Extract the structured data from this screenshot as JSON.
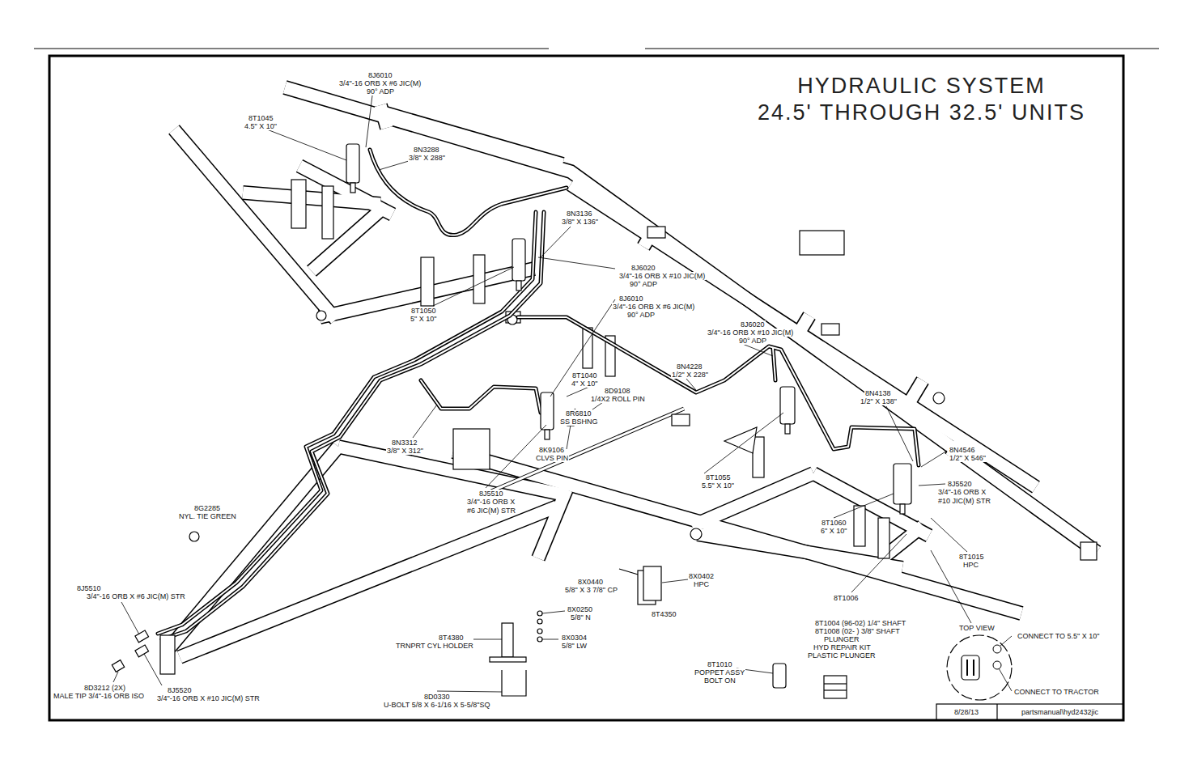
{
  "diagram": {
    "title": "HYDRAULIC SYSTEM 24.5' THROUGH 32.5' UNITS",
    "labels": [
      "8J6010",
      "3/4\"-16 ORB X #6 JIC(M)",
      "90° ADP",
      "8T1045",
      "4.5\" X 10\"",
      "8N3288",
      "3/8\" X 288\"",
      "8N3136",
      "3/8\" X 136\"",
      "8J6020",
      "3/4\"-16 ORB X #10 JIC(M)",
      "90° ADP",
      "8J6010",
      "3/4\"-16 ORB X #6 JIC(M)",
      "90° ADP",
      "8T1050",
      "5\" X 10\"",
      "8J6020",
      "3/4\"-16 ORB X #10 JIC(M)",
      "90° ADP",
      "8N4228",
      "1/2\" X 228\"",
      "8T1040",
      "4\" X 10\"",
      "8D9108",
      "1/4X2 ROLL PIN",
      "8N4138",
      "1/2\" X 138\"",
      "8R6810",
      "SS BSHNG",
      "8N3312",
      "3/8\" X 312\"",
      "8K9106",
      "CLVS PIN",
      "8N4546",
      "1/2\" X 546\"",
      "8J5520",
      "3/4\"-16 ORB X",
      "#10 JIC(M) STR",
      "8T1055",
      "5.5\" X 10\"",
      "8J5510",
      "3/4\"-16 ORB X",
      "#6 JIC(M) STR",
      "8G2285",
      "NYL. TIE GREEN",
      "8T1060",
      "6\" X 10\"",
      "8T1015",
      "HPC",
      "8X0440",
      "5/8\" X 3 7/8\" CP",
      "8X0402",
      "HPC",
      "8J5510",
      "3/4\"-16 ORB X #6 JIC(M) STR",
      "8T1006",
      "8X0250",
      "5/8\" N",
      "8T4350",
      "8T1004 (96-02) 1/4\" SHAFT",
      "8T1008 (02- ) 3/8\" SHAFT",
      "PLUNGER",
      "HYD REPAIR KIT",
      "PLASTIC PLUNGER",
      "TOP VIEW",
      "CONNECT TO 5.5\" X 10\"",
      "8T4380",
      "TRNPRT CYL HOLDER",
      "8X0304",
      "5/8\" LW",
      "8T1010",
      "POPPET ASSY",
      "BOLT ON",
      "8D3212 (2X)",
      "MALE TIP 3/4\"-16 ORB ISO",
      "8J5520",
      "3/4\"-16 ORB X #10 JIC(M) STR",
      "CONNECT TO TRACTOR",
      "8D0330",
      "U-BOLT 5/8 X 6-1/16 X 5-5/8\"SQ",
      "8/28/13",
      "partsmanual\\hyd2432jic"
    ]
  }
}
